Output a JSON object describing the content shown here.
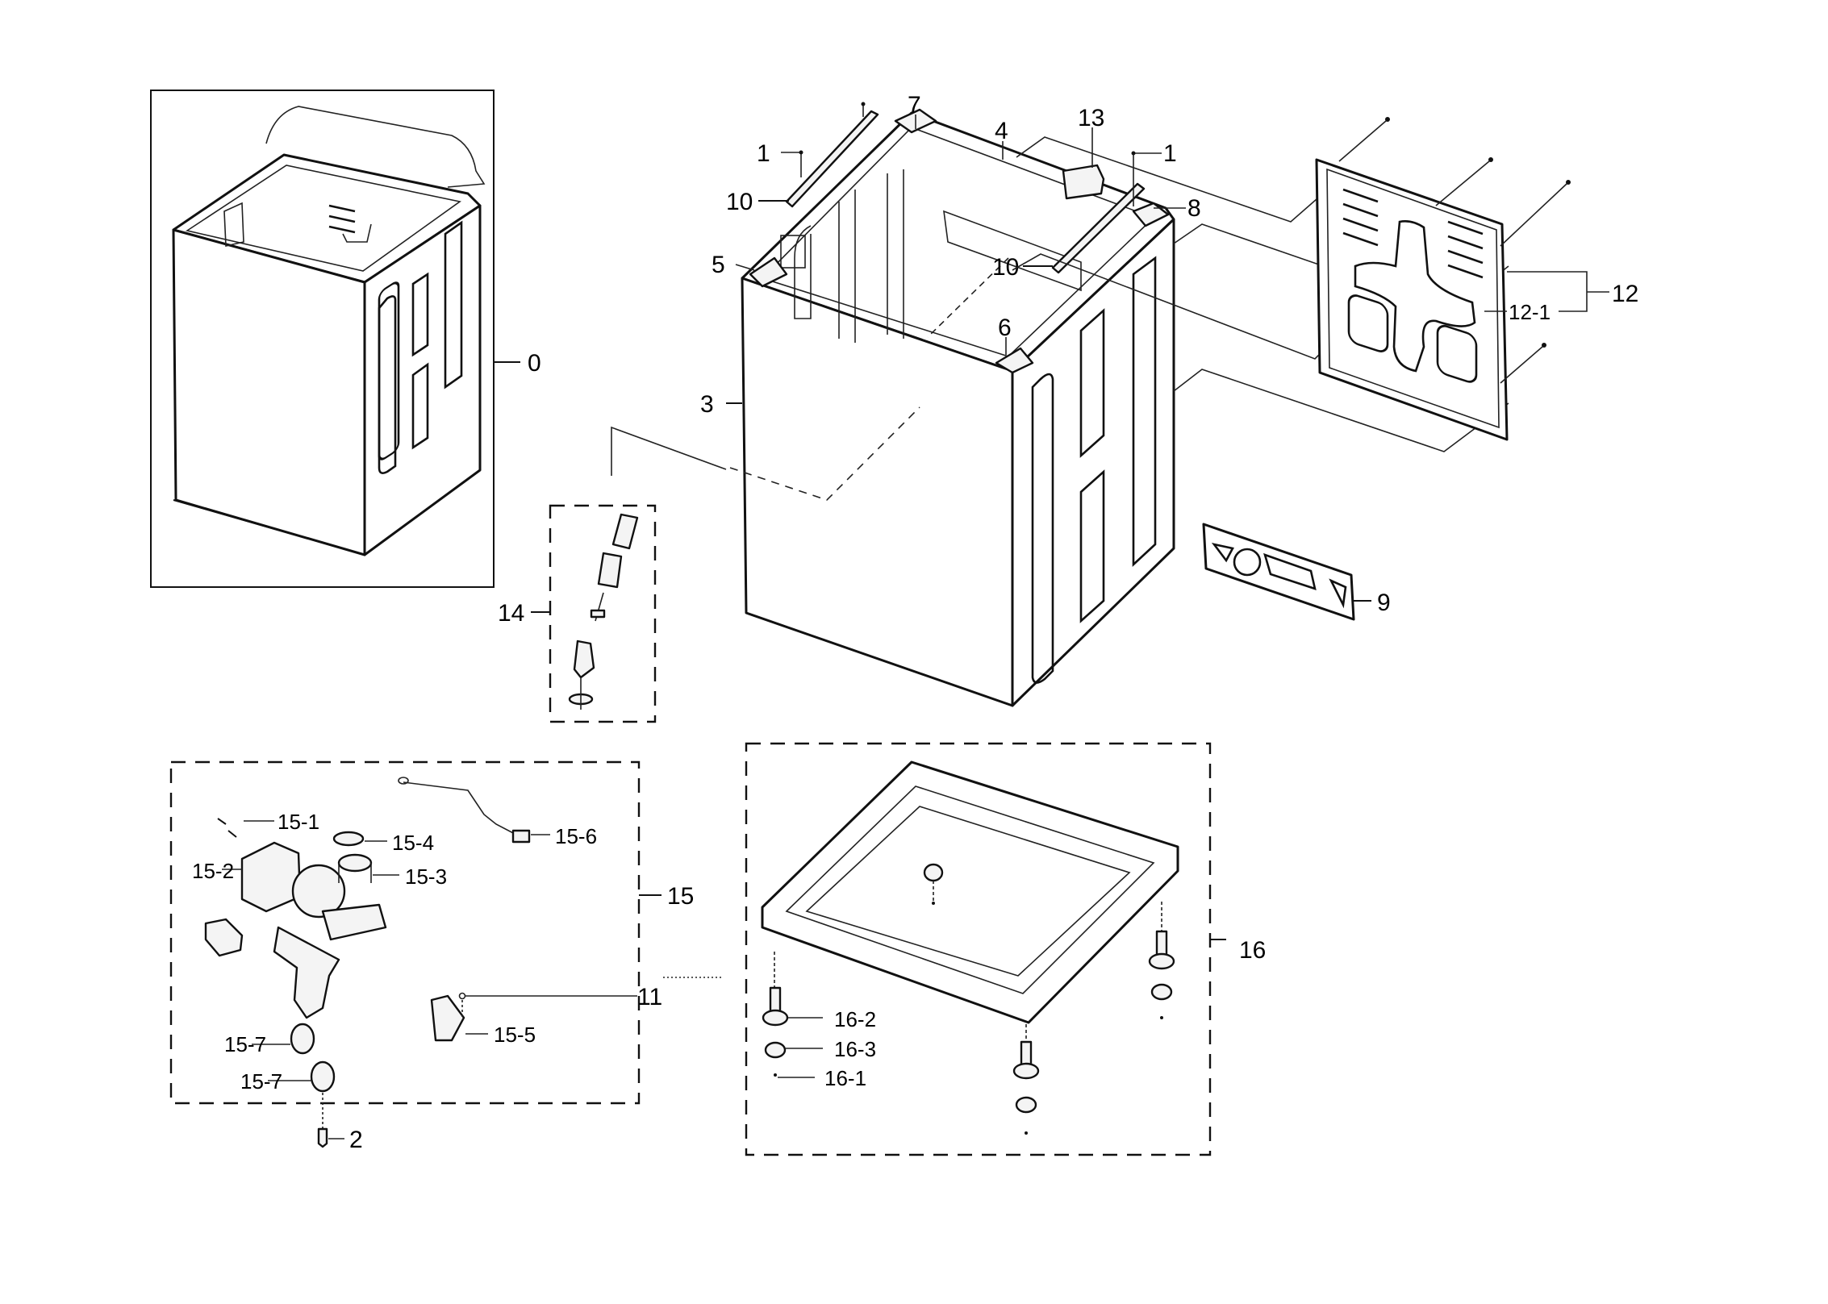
{
  "diagram": {
    "type": "exploded-parts-diagram",
    "subject": "washer cabinet assembly",
    "callouts": {
      "c0": "0",
      "c1a": "1",
      "c1b": "1",
      "c2": "2",
      "c3": "3",
      "c4": "4",
      "c5": "5",
      "c6": "6",
      "c7": "7",
      "c8": "8",
      "c9": "9",
      "c10a": "10",
      "c10b": "10",
      "c11": "11",
      "c12": "12",
      "c12_1": "12-1",
      "c13": "13",
      "c14": "14",
      "c15": "15",
      "c15_1": "15-1",
      "c15_2": "15-2",
      "c15_3": "15-3",
      "c15_4": "15-4",
      "c15_5": "15-5",
      "c15_6": "15-6",
      "c15_7a": "15-7",
      "c15_7b": "15-7",
      "c16": "16",
      "c16_1": "16-1",
      "c16_2": "16-2",
      "c16_3": "16-3"
    },
    "groups": [
      {
        "id": "0",
        "description": "complete cabinet assembly (boxed)"
      },
      {
        "id": "14",
        "description": "hose connector assembly (dashed box)"
      },
      {
        "id": "15",
        "description": "drain pump assembly (dashed box)"
      },
      {
        "id": "16",
        "description": "base frame with leveling legs (dashed box)"
      }
    ]
  }
}
